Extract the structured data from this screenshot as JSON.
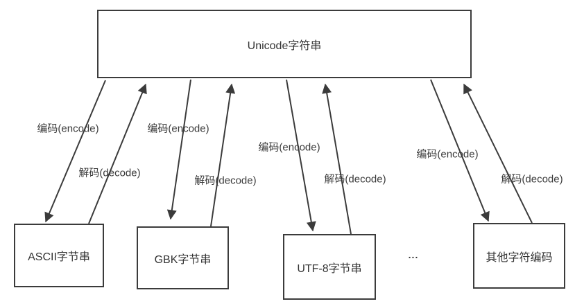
{
  "diagram": {
    "root_node": {
      "label": "Unicode字符串"
    },
    "nodes": [
      {
        "label": "ASCII字节串"
      },
      {
        "label": "GBK字节串"
      },
      {
        "label": "UTF-8字节串"
      },
      {
        "label": "其他字符编码"
      }
    ],
    "ellipsis": "...",
    "edge_labels": {
      "encode": "编码(encode)",
      "decode": "解码(decode)"
    },
    "colors": {
      "line": "#3b3b3b",
      "text": "#333333",
      "background": "#ffffff"
    }
  }
}
